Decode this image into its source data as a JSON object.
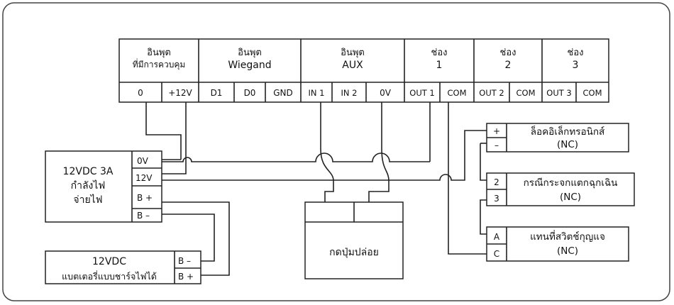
{
  "terminal_strip": {
    "groups": [
      {
        "line1": "อินพุต",
        "line2": "ที่มีการควบคุม"
      },
      {
        "line1": "อินพุต",
        "line2": "Wiegand"
      },
      {
        "line1": "อินพุต",
        "line2": "AUX"
      },
      {
        "line1": "ช่อง",
        "line2": "1"
      },
      {
        "line1": "ช่อง",
        "line2": "2"
      },
      {
        "line1": "ช่อง",
        "line2": "3"
      }
    ],
    "pins": [
      "0",
      "+12V",
      "D1",
      "D0",
      "GND",
      "IN 1",
      "IN 2",
      "0V",
      "OUT 1",
      "COM",
      "OUT 2",
      "COM",
      "OUT 3",
      "COM"
    ]
  },
  "power_supply": {
    "name_line1": "12VDC 3A",
    "name_line2": "กำลังไฟ",
    "name_line3": "จ่ายไฟ",
    "pins": [
      "0V",
      "12V",
      "B +",
      "B –"
    ]
  },
  "battery": {
    "name_line1": "12VDC",
    "name_line2": "แบตเตอรี่แบบชาร์จไฟได้",
    "pins": [
      "B –",
      "B +"
    ]
  },
  "release_button": {
    "label": "กดปุ่มปล่อย"
  },
  "devices": [
    {
      "pins": [
        "+",
        "–"
      ],
      "label_line1": "ล็อคอิเล็กทรอนิกส์",
      "label_line2": "(NC)"
    },
    {
      "pins": [
        "2",
        "3"
      ],
      "label_line1": "กรณีกระจกแตกฉุกเฉิน",
      "label_line2": "(NC)"
    },
    {
      "pins": [
        "A",
        "C"
      ],
      "label_line1": "แทนที่สวิตช์กุญแจ",
      "label_line2": "(NC)"
    }
  ]
}
